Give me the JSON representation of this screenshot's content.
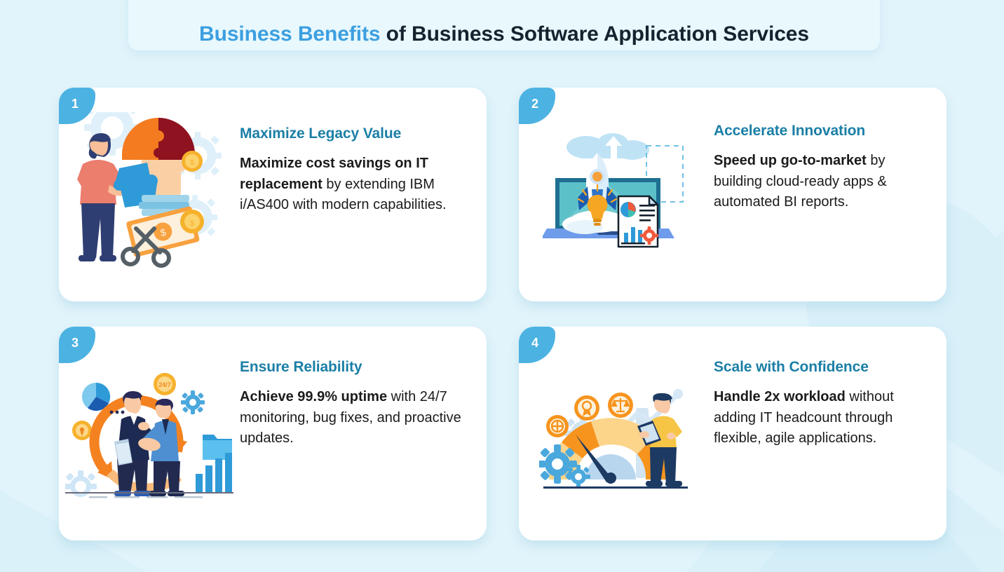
{
  "header": {
    "highlight": "Business Benefits",
    "rest": " of Business Software Application Services",
    "highlight_color": "#3c9fe0",
    "text_color": "#14232e"
  },
  "theme": {
    "page_background": "#e2f4fb",
    "card_background": "#ffffff",
    "badge_color": "#4cb2e2",
    "card_title_color": "#1b7fa6",
    "body_text_color": "#1b1b1b",
    "accent_orange": "#f68b1f",
    "accent_blue": "#2e9ad8"
  },
  "cards": [
    {
      "number": "1",
      "title": "Maximize Legacy Value",
      "body_bold": "Maximize cost savings on IT replacement",
      "body_rest": " by extending IBM i/AS400 with modern capabilities.",
      "illustration": "man-puzzle-head-money-scissors-gears-illustration"
    },
    {
      "number": "2",
      "title": "Accelerate Innovation",
      "body_bold": "Speed up go-to-market",
      "body_rest": " by building cloud-ready apps & automated BI reports.",
      "illustration": "rocket-laptop-cloud-report-illustration"
    },
    {
      "number": "3",
      "title": "Ensure Reliability",
      "body_bold": "Achieve 99.9% uptime",
      "body_rest": " with 24/7 monitoring, bug fixes, and proactive updates.",
      "illustration": "handshake-cycle-arrows-charts-illustration",
      "illustration_label": "24/7"
    },
    {
      "number": "4",
      "title": "Scale with Confidence",
      "body_bold": "Handle 2x workload",
      "body_rest": " without adding IT headcount through flexible, agile applications.",
      "illustration": "gauge-speedometer-person-gears-illustration"
    }
  ]
}
